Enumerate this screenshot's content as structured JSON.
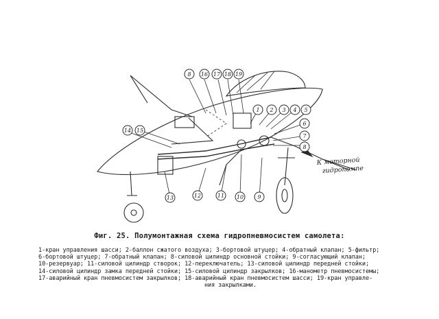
{
  "figure": {
    "annotation_line1": "К моторной",
    "annotation_line2": "гидропомпе",
    "callouts": [
      "1",
      "2",
      "3",
      "4",
      "5",
      "6",
      "7",
      "8",
      "9",
      "10",
      "11",
      "12",
      "13",
      "14",
      "15",
      "16",
      "17",
      "18",
      "19"
    ]
  },
  "caption": "Фиг. 25. Полумонтажная схема гидропневмосистем самолета:",
  "legend_lines": [
    "1-кран управления шасси; 2-баллон сжатого воздуха; 3-бортовой штуцер; 4-обратный клапан; 5-фильтр;",
    "6-бортовой штуцер; 7-обратный клапан; 8-силовой цилиндр основной стойки; 9-согласующий клапан;",
    "10-резервуар; 11-силовой цилиндр створок; 12-переключатель; 13-силовой цилиндр передней стойки;",
    "14-силовой цилиндр замка передней стойки; 15-силовой цилиндр закрылков; 16-манометр пневмосистемы;",
    "17-аварийный кран  пневмосистем закрылков; 18-аварийный кран пневмосистем шасси; 19-кран управле-",
    "ния закрылками."
  ]
}
